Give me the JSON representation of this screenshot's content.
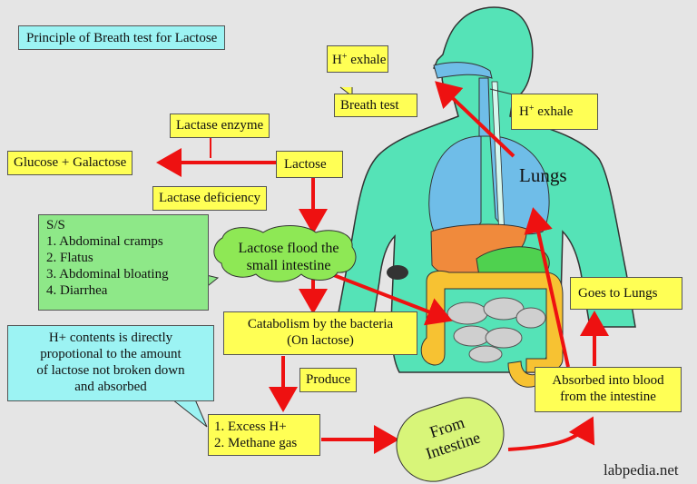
{
  "title": "Principle of Breath test for Lactose",
  "h_exhale_left": {
    "base": "H",
    "sup": "+",
    "text": " exhale"
  },
  "h_exhale_right": {
    "base": "H",
    "sup": "+",
    "text": " exhale"
  },
  "breath_test": "Breath test",
  "lactase_enzyme": "Lactase enzyme",
  "glucose_galactose": "Glucose + Galactose",
  "lactose": "Lactose",
  "lactase_deficiency": "Lactase deficiency",
  "lungs": "Lungs",
  "symptoms": {
    "heading": "S/S",
    "items": [
      "1. Abdominal cramps",
      "2. Flatus",
      "3. Abdominal bloating",
      "4. Diarrhea"
    ]
  },
  "lactose_flood": [
    "Lactose flood the",
    "small intestine"
  ],
  "catabolism": [
    "Catabolism by the bacteria",
    "(On lactose)"
  ],
  "h_contents_note": [
    "H+ contents is directly",
    "propotional to the amount",
    "of lactose not broken down",
    "and absorbed"
  ],
  "produce": "Produce",
  "excess": [
    "1. Excess H+",
    "2. Methane gas"
  ],
  "from_intestine": [
    "From",
    "Intestine"
  ],
  "absorbed": [
    "Absorbed into blood",
    "from the intestine"
  ],
  "goes_to_lungs": "Goes to Lungs",
  "credit": "labpedia.net",
  "colors": {
    "background": "#e5e5e5",
    "body": "#55e3b7",
    "airway": "#6fbde8",
    "liver": "#f08a3c",
    "stomach": "#4fd14f",
    "intestine": "#f7c232",
    "arrow": "#ee1111",
    "yellow_box": "#ffff55",
    "cyan_box": "#9cf3f3",
    "green_box": "#8ee888"
  }
}
